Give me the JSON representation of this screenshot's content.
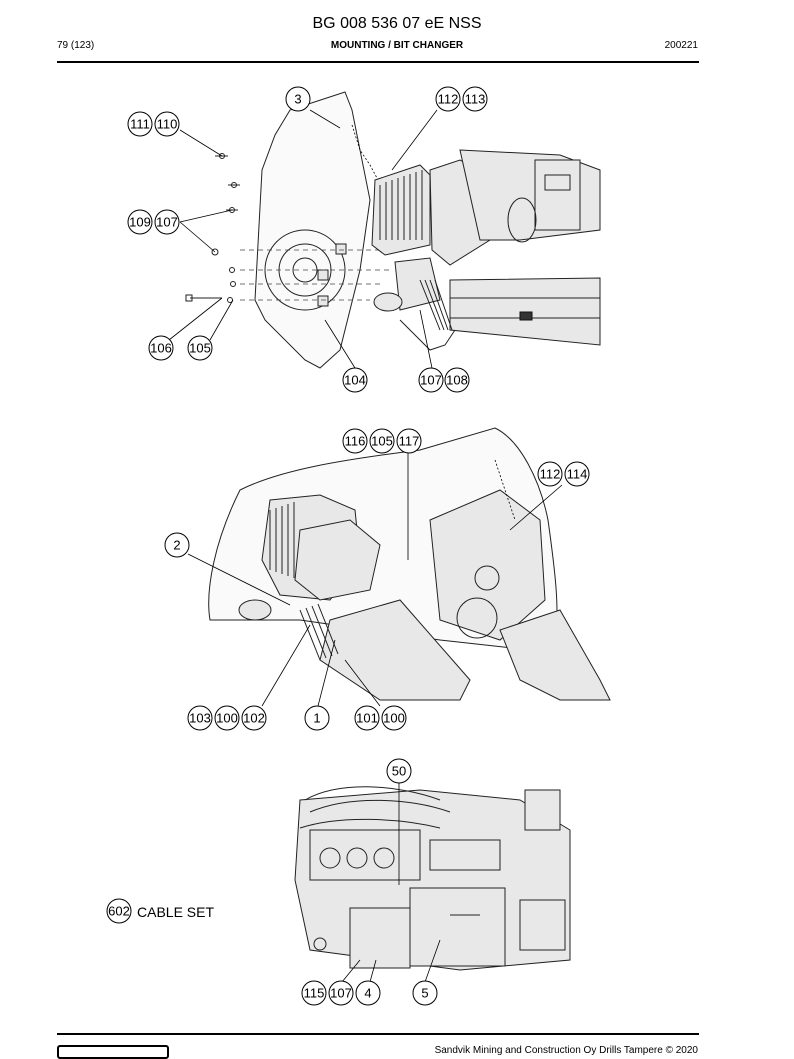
{
  "header": {
    "doc_title": "BG 008 536 07 eE NSS",
    "page": "79 (123)",
    "section": "MOUNTING / BIT CHANGER",
    "date": "200221"
  },
  "figure1": {
    "callouts": [
      "3",
      "112",
      "113",
      "111",
      "110",
      "109",
      "107",
      "106",
      "105",
      "104",
      "107",
      "108"
    ]
  },
  "figure2": {
    "callouts": [
      "116",
      "105",
      "117",
      "112",
      "114",
      "2",
      "103",
      "100",
      "102",
      "1",
      "101",
      "100"
    ]
  },
  "figure3": {
    "callouts": [
      "50",
      "602",
      "115",
      "107",
      "4",
      "5"
    ],
    "cable_set_label": "CABLE SET"
  },
  "footer": {
    "copyright": "Sandvik Mining and Construction Oy Drills Tampere © 2020"
  }
}
